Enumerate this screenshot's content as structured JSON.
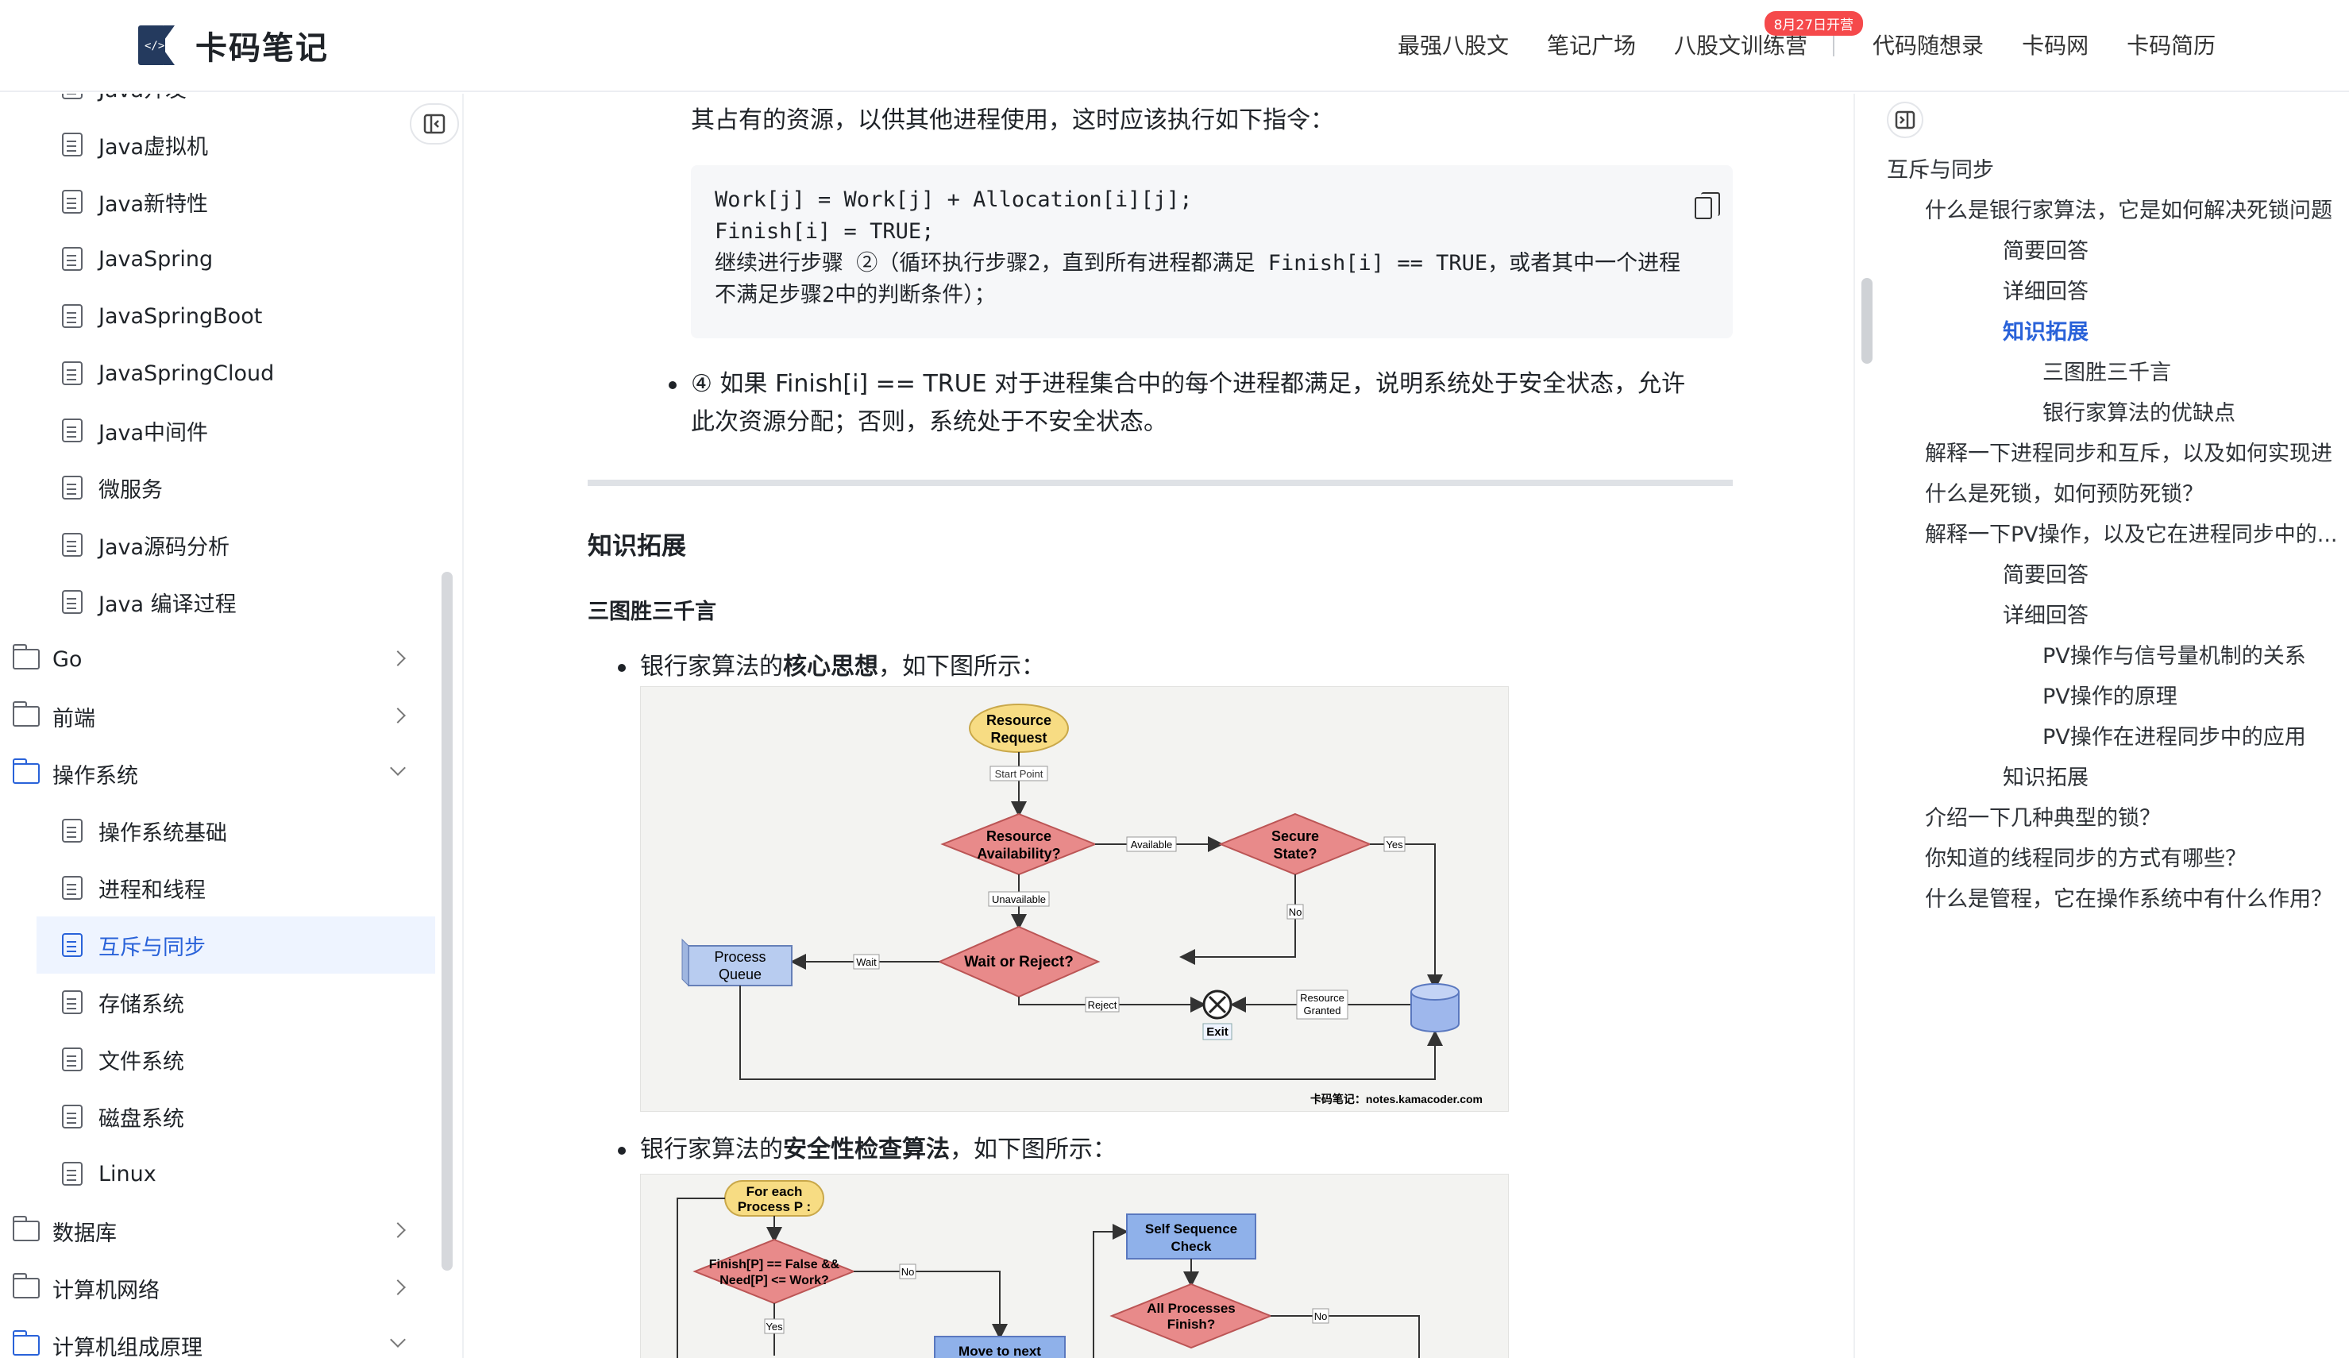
{
  "header": {
    "brand": "卡码笔记",
    "nav": [
      "最强八股文",
      "笔记广场",
      "八股文训练营",
      "代码随想录",
      "卡码网",
      "卡码简历"
    ],
    "badge": "8月27日开营"
  },
  "sidebar": {
    "items": [
      {
        "label": "Java开发",
        "kind": "doc"
      },
      {
        "label": "Java虚拟机",
        "kind": "doc"
      },
      {
        "label": "Java新特性",
        "kind": "doc"
      },
      {
        "label": "JavaSpring",
        "kind": "doc"
      },
      {
        "label": "JavaSpringBoot",
        "kind": "doc"
      },
      {
        "label": "JavaSpringCloud",
        "kind": "doc"
      },
      {
        "label": "Java中间件",
        "kind": "doc"
      },
      {
        "label": "微服务",
        "kind": "doc"
      },
      {
        "label": "Java源码分析",
        "kind": "doc"
      },
      {
        "label": "Java 编译过程",
        "kind": "doc"
      },
      {
        "label": "Go",
        "kind": "folder"
      },
      {
        "label": "前端",
        "kind": "folder"
      },
      {
        "label": "操作系统",
        "kind": "folder-open"
      },
      {
        "label": "操作系统基础",
        "kind": "doc"
      },
      {
        "label": "进程和线程",
        "kind": "doc"
      },
      {
        "label": "互斥与同步",
        "kind": "doc-active"
      },
      {
        "label": "存储系统",
        "kind": "doc"
      },
      {
        "label": "文件系统",
        "kind": "doc"
      },
      {
        "label": "磁盘系统",
        "kind": "doc"
      },
      {
        "label": "Linux",
        "kind": "doc"
      },
      {
        "label": "数据库",
        "kind": "folder"
      },
      {
        "label": "计算机网络",
        "kind": "folder"
      },
      {
        "label": "计算机组成原理",
        "kind": "folder-open"
      }
    ]
  },
  "content": {
    "intro_line": "其占有的资源，以供其他进程使用，这时应该执行如下指令：",
    "code": [
      "Work[j] = Work[j] + Allocation[i][j];",
      "Finish[i] = TRUE;",
      "继续进行步骤 ②（循环执行步骤2，直到所有进程都满足 Finish[i] == TRUE，或者其中一个进程",
      "不满足步骤2中的判断条件）；"
    ],
    "bullet4_line1": "④ 如果 Finish[i] == TRUE 对于进程集合中的每个进程都满足，说明系统处于安全状态，允许",
    "bullet4_line2": "此次资源分配；否则，系统处于不安全状态。",
    "section_title": "知识拓展",
    "subsection_title": "三图胜三千言",
    "bullet_core_prefix": "银行家算法的",
    "bullet_core_bold": "核心思想",
    "bullet_core_suffix": "，如下图所示：",
    "bullet_safety_prefix": "银行家算法的",
    "bullet_safety_bold": "安全性检查算法",
    "bullet_safety_suffix": "，如下图所示：",
    "diagram1": {
      "start": "Resource\nRequest",
      "start_point": "Start Point",
      "availability": "Resource\nAvailability?",
      "available": "Available",
      "secure": "Secure\nState?",
      "yes": "Yes",
      "no": "No",
      "unavailable": "Unavailable",
      "wait_or_reject": "Wait or Reject?",
      "wait": "Wait",
      "process_queue": "Process\nQueue",
      "reject": "Reject",
      "exit": "Exit",
      "resource_granted": "Resource\nGranted",
      "footer": "卡码笔记：notes.kamacoder.com"
    },
    "diagram2": {
      "for_each": "For each\nProcess P :",
      "finish_check": "Finish[P] == False &&\nNeed[P] <= Work?",
      "no": "No",
      "yes": "Yes",
      "move_next": "Move to next\nProcess",
      "self_seq": "Self Sequence\nCheck",
      "all_finish": "All Processes\nFinish?",
      "no2": "No"
    }
  },
  "toc": {
    "items": [
      {
        "label": "互斥与同步",
        "level": 0
      },
      {
        "label": "什么是银行家算法，它是如何解决死锁问题",
        "level": 1
      },
      {
        "label": "简要回答",
        "level": 2
      },
      {
        "label": "详细回答",
        "level": 2
      },
      {
        "label": "知识拓展",
        "level": 2,
        "active": true
      },
      {
        "label": "三图胜三千言",
        "level": 3
      },
      {
        "label": "银行家算法的优缺点",
        "level": 3
      },
      {
        "label": "解释一下进程同步和互斥，以及如何实现进",
        "level": 1
      },
      {
        "label": "什么是死锁，如何预防死锁？",
        "level": 1
      },
      {
        "label": "解释一下PV操作，以及它在进程同步中的...",
        "level": 1
      },
      {
        "label": "简要回答",
        "level": 2
      },
      {
        "label": "详细回答",
        "level": 2
      },
      {
        "label": "PV操作与信号量机制的关系",
        "level": 3
      },
      {
        "label": "PV操作的原理",
        "level": 3
      },
      {
        "label": "PV操作在进程同步中的应用",
        "level": 3
      },
      {
        "label": "知识拓展",
        "level": 2
      },
      {
        "label": "介绍一下几种典型的锁？",
        "level": 1
      },
      {
        "label": "你知道的线程同步的方式有哪些？",
        "level": 1
      },
      {
        "label": "什么是管程，它在操作系统中有什么作用？",
        "level": 1
      }
    ]
  },
  "colors": {
    "accent": "#2962d9",
    "badge": "#f5494b",
    "diamond_fill": "#e88a8a",
    "start_fill": "#f7dc83",
    "queue_fill": "#b8ccf0"
  }
}
